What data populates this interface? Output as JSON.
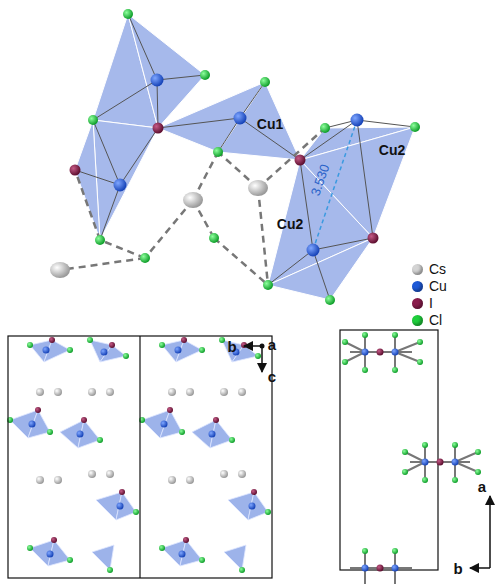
{
  "diagram": {
    "labels": [
      "Cu1",
      "Cu2",
      "Cu2",
      "3.530",
      "b",
      "a",
      "c",
      "a",
      "b"
    ],
    "legend": [
      {
        "text": "Cs",
        "color": "#d4d4d4"
      },
      {
        "text": "Cu",
        "color": "#1e5ad8"
      },
      {
        "text": "I",
        "color": "#8a1c4c"
      },
      {
        "text": "Cl",
        "color": "#1fcf3c"
      }
    ]
  }
}
